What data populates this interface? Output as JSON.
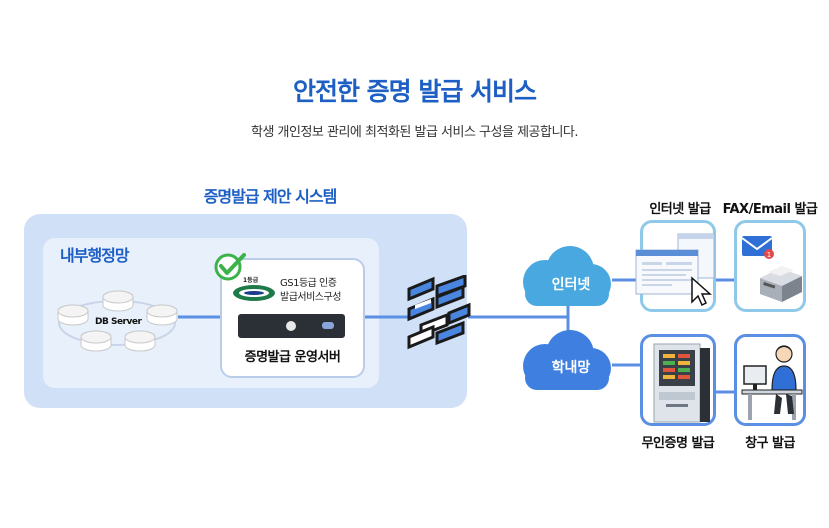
{
  "header": {
    "title": "안전한 증명 발급 서비스",
    "subtitle": "학생 개인정보 관리에 최적화된 발급 서비스 구성을 제공합니다."
  },
  "system": {
    "label": "증명발급 제안 시스템",
    "internal_network_label": "내부행정망",
    "db_label": "DB Server",
    "cert_badge": "1등급",
    "cert_line1": "GS1등급 인증",
    "cert_line2": "발급서비스구성",
    "server_label": "증명발급 운영서버"
  },
  "networks": {
    "internet": "인터넷",
    "campus": "학내망"
  },
  "channels": {
    "internet_issue": "인터넷 발급",
    "fax_email_issue": "FAX/Email 발급",
    "kiosk_issue": "무인증명 발급",
    "counter_issue": "창구 발급",
    "mail_badge": "1"
  },
  "colors": {
    "brand_blue": "#1d5fc4",
    "outer_bg": "#cfe0f7",
    "inner_bg": "#e8f0fb",
    "cloud_light": "#4aa8e0",
    "cloud_dark": "#3f7fe0",
    "check_green": "#3cb34a"
  },
  "icons": [
    "check-icon",
    "gs-cert-logo",
    "db-server-cluster",
    "firewall-icon",
    "browser-window-icon",
    "cursor-icon",
    "mail-icon",
    "fax-printer-icon",
    "kiosk-icon",
    "staff-desk-icon"
  ]
}
